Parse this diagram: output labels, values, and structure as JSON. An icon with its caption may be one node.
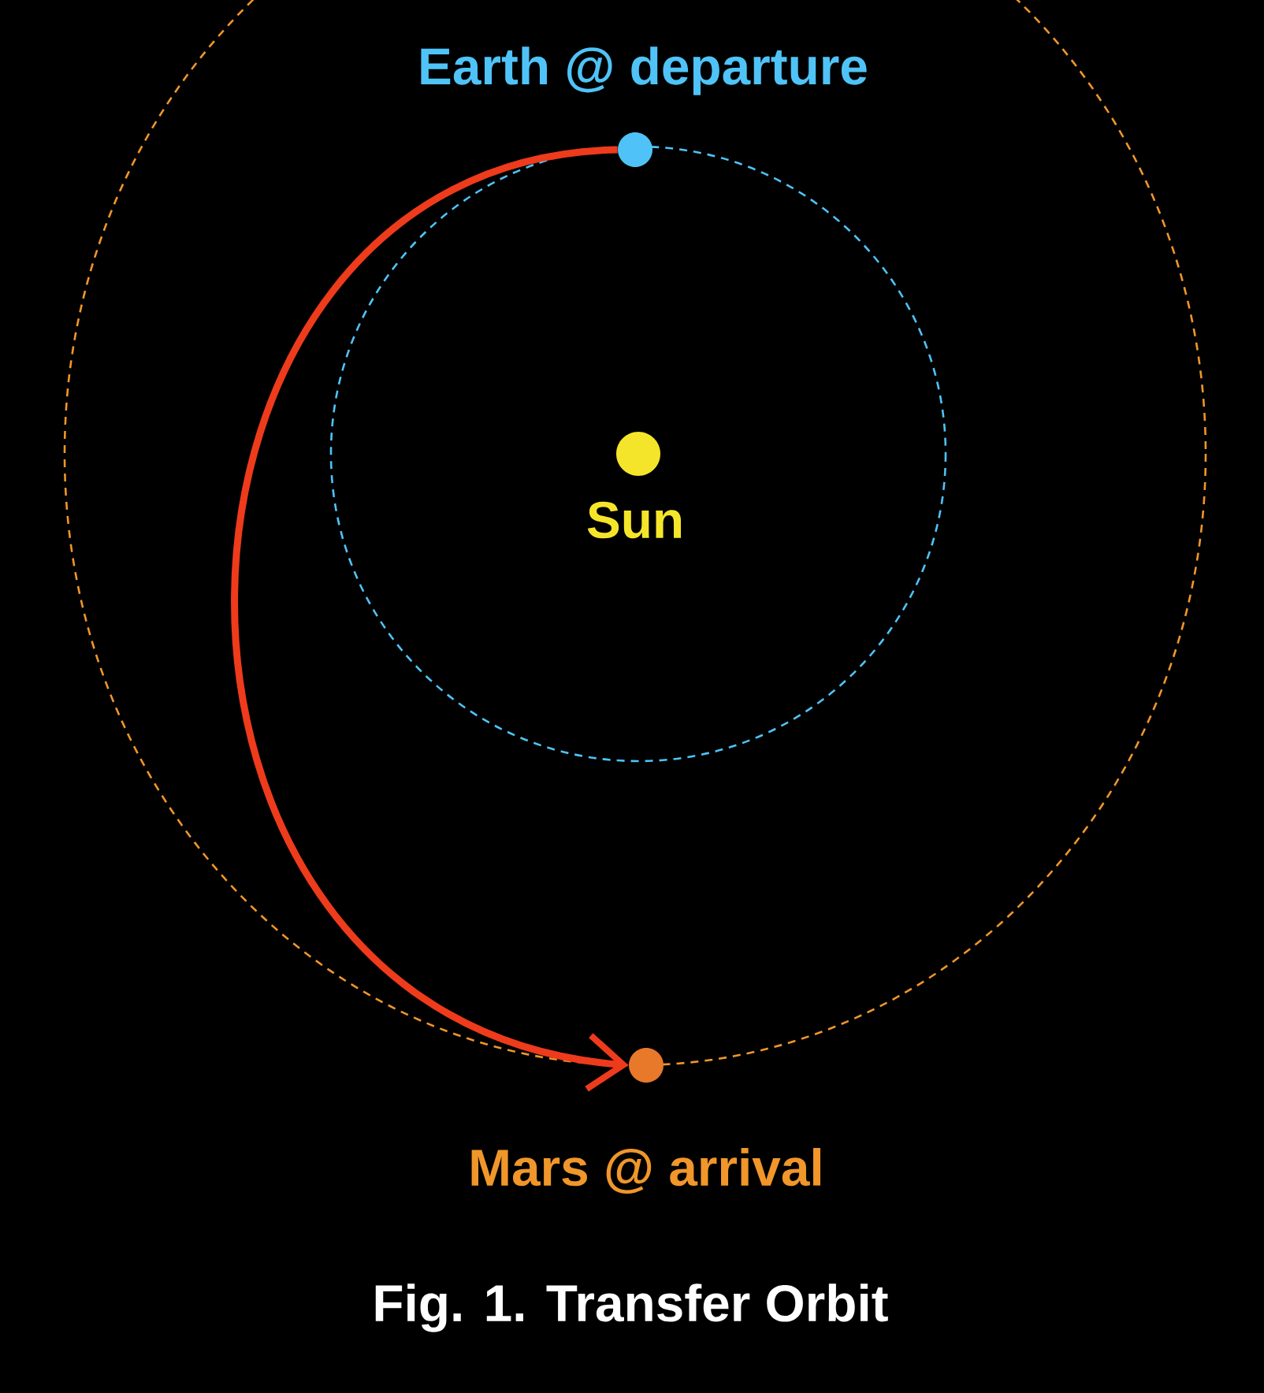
{
  "diagram": {
    "caption": "Fig. 1. Transfer Orbit",
    "nodes": [
      {
        "text": [
          "Earth @ departure"
        ]
      },
      {
        "text": [
          "Sun"
        ]
      },
      {
        "text": [
          "Mars @ arrival"
        ]
      }
    ],
    "edges": [
      {
        "from": 0,
        "to": 2,
        "arrow": "to"
      }
    ]
  }
}
